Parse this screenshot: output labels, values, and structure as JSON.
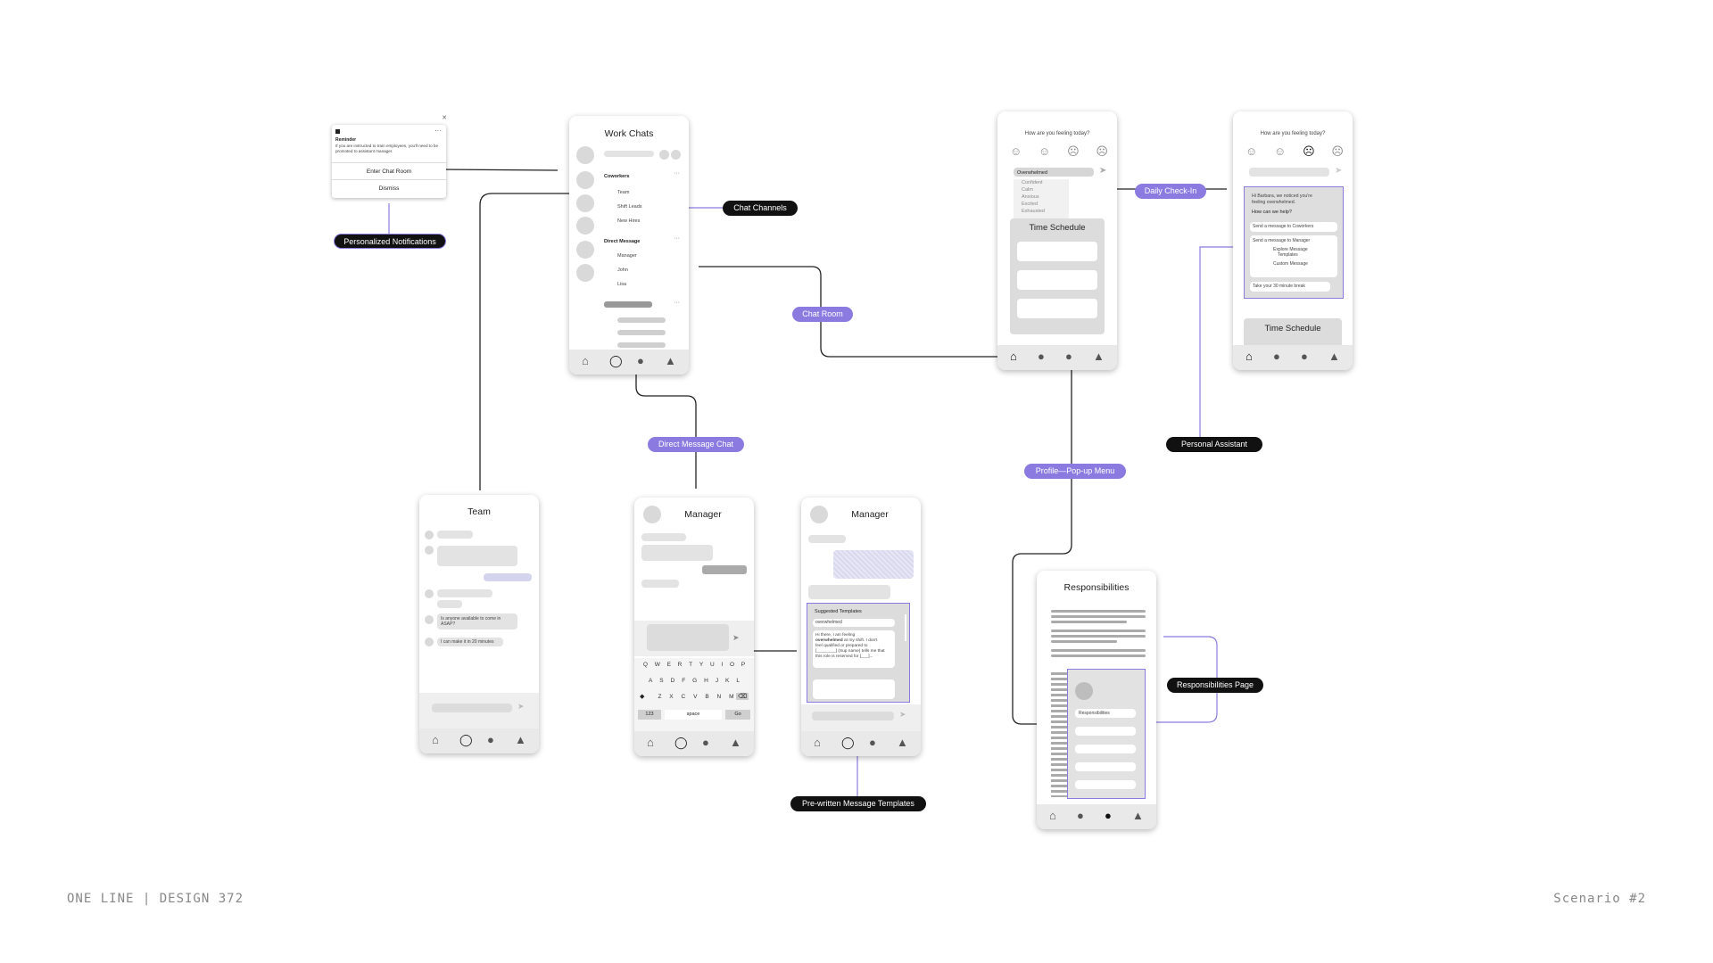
{
  "notification": {
    "label": "Reminder",
    "body": "If you are instructed to train employees, you'll need to be promoted to assistant manager.",
    "enter_button": "Enter Chat Room",
    "dismiss_button": "Dismiss"
  },
  "work_chats": {
    "title": "Work Chats",
    "coworkers_label": "Coworkers",
    "coworker_items": [
      "Team",
      "Shift Leads",
      "New Hires"
    ],
    "dm_label": "Direct Message",
    "dm_items": [
      "Manager",
      "John",
      "Lisa"
    ]
  },
  "daily_checkin": {
    "question": "How are you feeling today?",
    "selected": "Overwhelmed",
    "options": [
      "Confident",
      "Calm",
      "Anxious",
      "Excited",
      "Exhausted"
    ],
    "schedule_title": "Time Schedule"
  },
  "assistant": {
    "question": "How are you feeling today?",
    "message_line1": "Hi Barbara, we noticed you're",
    "message_line2": "feeling overwhelmed.",
    "help": "How can we help?",
    "opt_coworkers": "Send a message to Coworkers",
    "opt_manager": "Send a message to Manager",
    "opt_explore_1": "Explore Message",
    "opt_explore_2": "Templates",
    "opt_custom": "Custom Message",
    "opt_break": "Take your 30 minute break",
    "schedule_title": "Time Schedule"
  },
  "team_chat": {
    "title": "Team",
    "msg1_line1": "Is anyone available to come in",
    "msg1_line2": "ASAP?",
    "msg2": "I can make it in 20 minutes"
  },
  "manager_chat": {
    "title": "Manager",
    "keyboard_rows": [
      [
        "Q",
        "W",
        "E",
        "R",
        "T",
        "Y",
        "U",
        "I",
        "O",
        "P"
      ],
      [
        "A",
        "S",
        "D",
        "F",
        "G",
        "H",
        "J",
        "K",
        "L"
      ],
      [
        "Z",
        "X",
        "C",
        "V",
        "B",
        "N",
        "M"
      ]
    ],
    "key_123": "123",
    "key_space": "space",
    "key_go": "Go"
  },
  "manager_templates": {
    "title": "Manager",
    "suggested": "Suggested Templates",
    "filter": "overwhelmed",
    "tpl_line1": "Hi there, I am feeling",
    "tpl_line2_bold": "overwhelmed",
    "tpl_line2_rest": " at my shift. I don't",
    "tpl_line3": "feel qualified or prepared to",
    "tpl_line4": "[________] (Sup name) tells me that",
    "tpl_line5": "this role is reserved for [___]..."
  },
  "responsibilities": {
    "title": "Responsibilities",
    "popup_label": "Responsibilities"
  },
  "labels": {
    "personalized_notifications": "Personalized Notifications",
    "chat_channels": "Chat Channels",
    "chat_room": "Chat Room",
    "direct_message_chat": "Direct Message Chat",
    "daily_checkin": "Daily Check-In",
    "profile_popup": "Profile—Pop-up Menu",
    "personal_assistant": "Personal Assistant",
    "prewritten_templates": "Pre-written Message Templates",
    "responsibilities_page": "Responsibilities Page"
  },
  "footer": {
    "left": "ONE LINE | DESIGN 372",
    "right": "Scenario #2"
  },
  "colors": {
    "accent": "#8b7be0",
    "dark_label": "#111111",
    "skeleton": "#e3e3e3"
  }
}
